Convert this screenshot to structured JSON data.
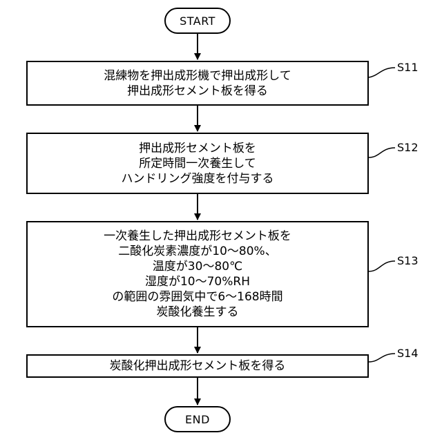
{
  "start": {
    "label": "START"
  },
  "end": {
    "label": "END"
  },
  "steps": [
    {
      "id": "S11",
      "lines": [
        "混練物を押出成形機で押出成形して",
        "押出成形セメント板を得る"
      ]
    },
    {
      "id": "S12",
      "lines": [
        "押出成形セメント板を",
        "所定時間一次養生して",
        "ハンドリング強度を付与する"
      ]
    },
    {
      "id": "S13",
      "lines": [
        "一次養生した押出成形セメント板を",
        "二酸化炭素濃度が10～80%、",
        "温度が30～80℃",
        "湿度が10～70%RH",
        "の範囲の雰囲気中で6～168時間",
        "炭酸化養生する"
      ]
    },
    {
      "id": "S14",
      "lines": [
        "炭酸化押出成形セメント板を得る"
      ]
    }
  ]
}
